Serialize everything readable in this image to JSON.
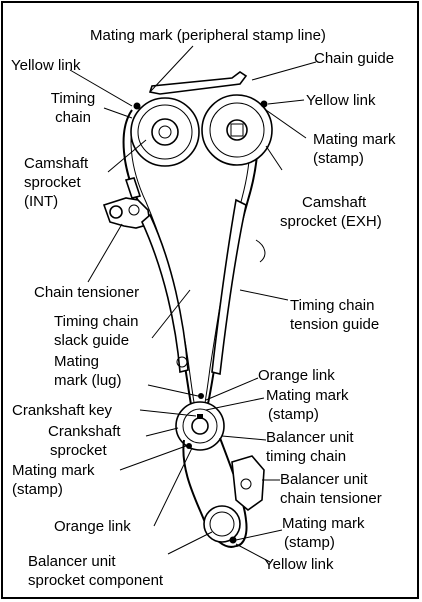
{
  "labels": {
    "mating_mark_peripheral": "Mating mark (peripheral stamp line)",
    "chain_guide": "Chain guide",
    "yellow_link_top_left": "Yellow link",
    "yellow_link_top_right": "Yellow link",
    "timing_chain_line1": "Timing",
    "timing_chain_line2": "chain",
    "mating_mark_stamp_top_line1": "Mating mark",
    "mating_mark_stamp_top_line2": "(stamp)",
    "camshaft_int_line1": "Camshaft",
    "camshaft_int_line2": "sprocket",
    "camshaft_int_line3": "(INT)",
    "camshaft_exh_line1": "Camshaft",
    "camshaft_exh_line2": "sprocket (EXH)",
    "chain_tensioner": "Chain tensioner",
    "timing_chain_tension_guide_line1": "Timing chain",
    "timing_chain_tension_guide_line2": "tension guide",
    "timing_chain_slack_guide_line1": "Timing chain",
    "timing_chain_slack_guide_line2": "slack guide",
    "mating_mark_lug_line1": "Mating",
    "mating_mark_lug_line2": "mark (lug)",
    "orange_link_top": "Orange link",
    "mating_mark_stamp_mid_line1": "Mating mark",
    "mating_mark_stamp_mid_line2": "(stamp)",
    "crankshaft_key": "Crankshaft key",
    "crankshaft_sprocket_line1": "Crankshaft",
    "crankshaft_sprocket_line2": "sprocket",
    "balancer_timing_chain_line1": "Balancer unit",
    "balancer_timing_chain_line2": "timing chain",
    "mating_mark_stamp_left_line1": "Mating mark",
    "mating_mark_stamp_left_line2": "(stamp)",
    "balancer_chain_tensioner_line1": "Balancer unit",
    "balancer_chain_tensioner_line2": "chain tensioner",
    "orange_link_bottom": "Orange link",
    "mating_mark_stamp_bottom_line1": "Mating mark",
    "mating_mark_stamp_bottom_line2": "(stamp)",
    "balancer_sprocket_line1": "Balancer unit",
    "balancer_sprocket_line2": "sprocket component",
    "yellow_link_bottom": "Yellow link"
  }
}
